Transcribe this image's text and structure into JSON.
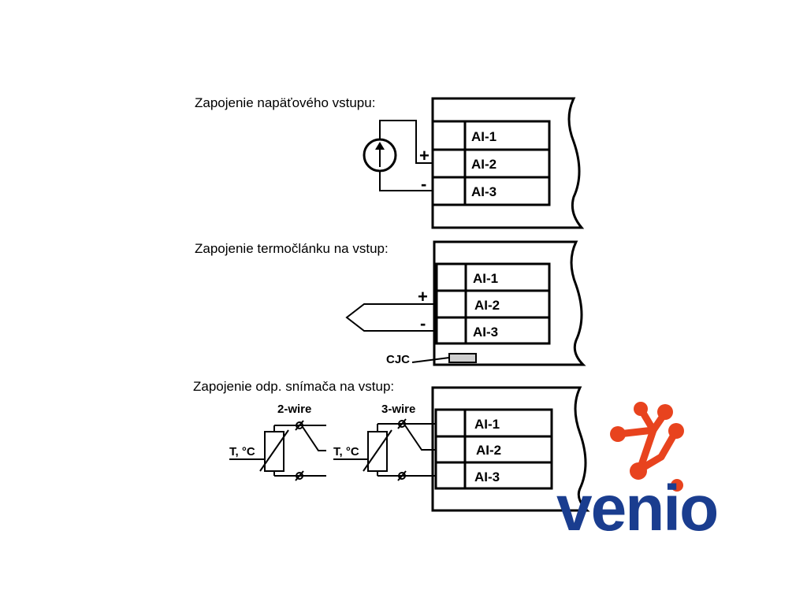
{
  "sections": {
    "voltage": {
      "title": "Zapojenie napäťového vstupu:",
      "plus": "+",
      "minus": "-",
      "terminals": [
        "AI-1",
        "AI-2",
        "AI-3"
      ]
    },
    "thermocouple": {
      "title": "Zapojenie termočlánku na vstup:",
      "plus": "+",
      "minus": "-",
      "cjc": "CJC",
      "terminals": [
        "AI-1",
        "AI-2",
        "AI-3"
      ]
    },
    "resistive": {
      "title": "Zapojenie odp. snímača na vstup:",
      "two_wire": "2-wire",
      "three_wire": "3-wire",
      "sensor_label": "T, °C",
      "terminals": [
        "AI-1",
        "AI-2",
        "AI-3"
      ]
    }
  },
  "logo": {
    "text": "venio",
    "text_color": "#1a3d8f",
    "accent_color": "#e8431e"
  }
}
